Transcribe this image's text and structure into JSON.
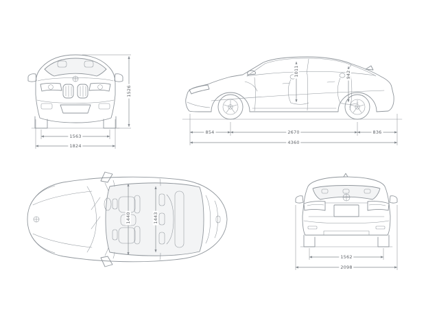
{
  "drawing": {
    "title": "vehicle-dimensions-blueprint",
    "views": [
      "front-view",
      "side-view",
      "top-view",
      "rear-view"
    ]
  },
  "dimensions": {
    "front_track": "1563",
    "front_overall_width": "1824",
    "overall_height": "1526",
    "front_overhang": "854",
    "wheelbase": "2670",
    "rear_overhang": "836",
    "overall_length": "4360",
    "headroom_front": "1011",
    "headroom_rear": "942",
    "interior_width_front": "1440",
    "interior_width_rear": "1443",
    "rear_track": "1562",
    "overall_width_mirrors": "2098"
  },
  "colors": {
    "line": "#8f959b",
    "dimension": "#80868c",
    "text": "#5f6368",
    "glass": "#f3f4f5",
    "background": "#ffffff"
  }
}
